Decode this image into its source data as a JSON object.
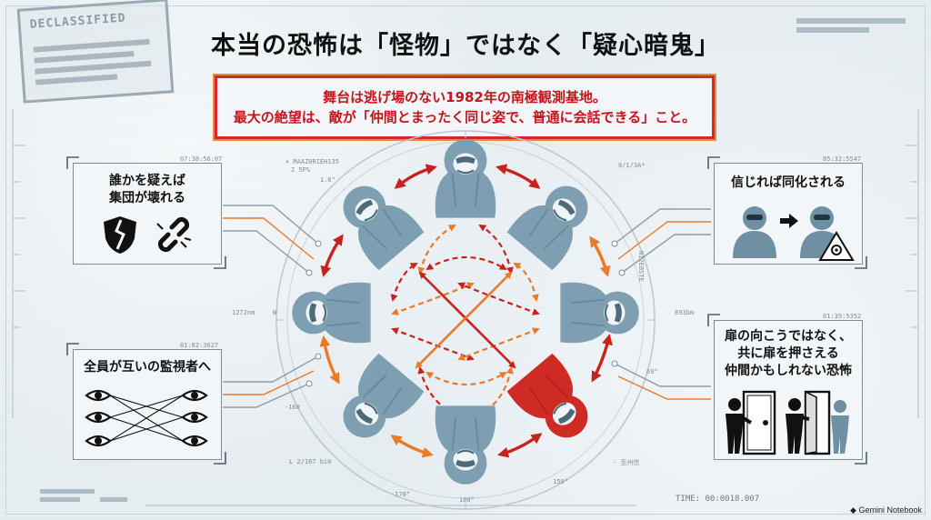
{
  "stamp": {
    "text": "DECLASSIFIED"
  },
  "title": "本当の恐怖は「怪物」ではなく「疑心暗鬼」",
  "subtitle": {
    "line1": "舞台は逃げ場のない1982年の南極観測基地。",
    "line2": "最大の絶望は、敵が「仲間とまったく同じ姿で、普通に会話できる」こと。"
  },
  "panels": {
    "left_top": {
      "title_line1": "誰かを疑えば",
      "title_line2": "集団が壊れる",
      "stamp": "07:38:56:07"
    },
    "left_bottom": {
      "title": "全員が互いの監視者へ",
      "stamp": "01:82:3627"
    },
    "right_top": {
      "title": "信じれば同化される",
      "stamp": "05:32:5547"
    },
    "right_bottom": {
      "title_line1": "扉の向こうではなく、",
      "title_line2": "共に扉を押さえる",
      "title_line3": "仲間かもしれない恐怖",
      "stamp": "01:39:5352"
    }
  },
  "readouts": {
    "r1": "× MAAZ0RIEH135",
    "r2": "2 5P%",
    "r3": "1.6\"",
    "r4": "0/1/3A*",
    "r5": "1272nm",
    "r6": "W",
    "r7": "893bm",
    "r8": "-160",
    "r9": "69°",
    "r10": "L 2/167 bi0",
    "r11": "- 至州信",
    "r12": "-170°",
    "r13": "180°",
    "r14": "150°",
    "r15": "N12EBSTE"
  },
  "time": "TIME: 00:0018.007",
  "brand": "Gemini Notebook",
  "colors": {
    "figure": "#7e9fb2",
    "figure_dark": "#5f8295",
    "impostor": "#cf2a23",
    "arrow_red": "#c9221c",
    "arrow_orange": "#ea7a28",
    "circle": "#b9c7cf"
  },
  "icons": [
    "broken-shield-icon",
    "broken-chain-icon",
    "eye-icon",
    "person-icon",
    "biohazard-icon",
    "door-icon",
    "arrow-right-icon"
  ]
}
